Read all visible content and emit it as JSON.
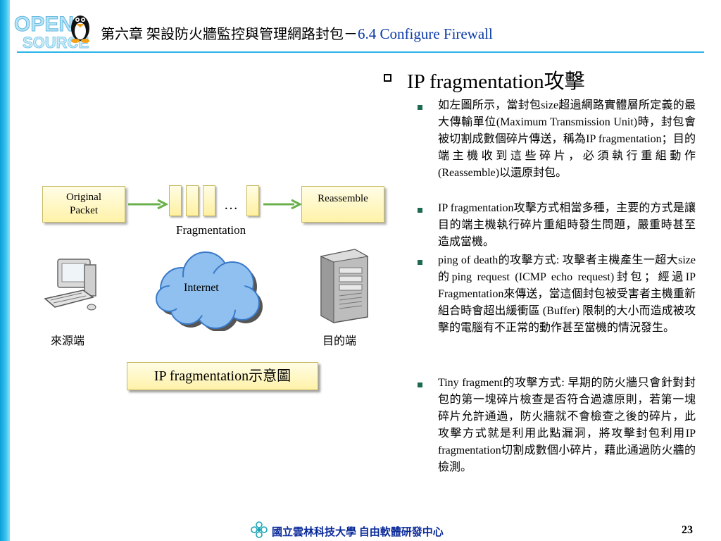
{
  "header": {
    "chapter_title_zh": "第六章 架設防火牆監控與管理網路封包－",
    "chapter_title_en": "6.4 Configure Firewall",
    "logo_icon": "open-source-penguin-logo"
  },
  "slide": {
    "heading": "IP fragmentation攻擊",
    "bullets": [
      "如左圖所示，當封包size超過網路實體層所定義的最大傳輸單位(Maximum Transmission Unit)時，封包會被切割成數個碎片傳送，稱為IP fragmentation；目的端主機收到這些碎片，必須執行重組動作(Reassemble)以還原封包。",
      "IP fragmentation攻擊方式相當多種，主要的方式是讓目的端主機執行碎片重組時發生問題，嚴重時甚至造成當機。",
      "ping of death的攻擊方式: 攻擊者主機產生一超大size的ping request (ICMP echo request)封包；經過IP Fragmentation來傳送，當這個封包被受害者主機重新組合時會超出緩衝區 (Buffer) 限制的大小而造成被攻擊的電腦有不正常的動作甚至當機的情況發生。",
      "Tiny fragment的攻擊方式: 早期的防火牆只會針對封包的第一塊碎片檢查是否符合過濾原則，若第一塊碎片允許通過，防火牆就不會檢查之後的碎片，此攻擊方式就是利用此點漏洞，將攻擊封包利用IP fragmentation切割成數個小碎片，藉此通過防火牆的檢測。"
    ]
  },
  "diagram": {
    "original_packet": "Original\nPacket",
    "reassemble": "Reassemble",
    "ellipsis": "…",
    "fragmentation_label": "Fragmentation",
    "internet_label": "Internet",
    "source_label": "來源端",
    "destination_label": "目的端",
    "caption": "IP fragmentation示意圖"
  },
  "footer": {
    "org": "國立雲林科技大學 自由軟體研發中心",
    "page_number": "23"
  },
  "colors": {
    "accent_blue": "#2ab4e8",
    "title_blue": "#0b3aa8",
    "bullet_green": "#1d6a52",
    "arrow_green": "#6ab04c",
    "cloud_blue": "#8fc0ef"
  }
}
